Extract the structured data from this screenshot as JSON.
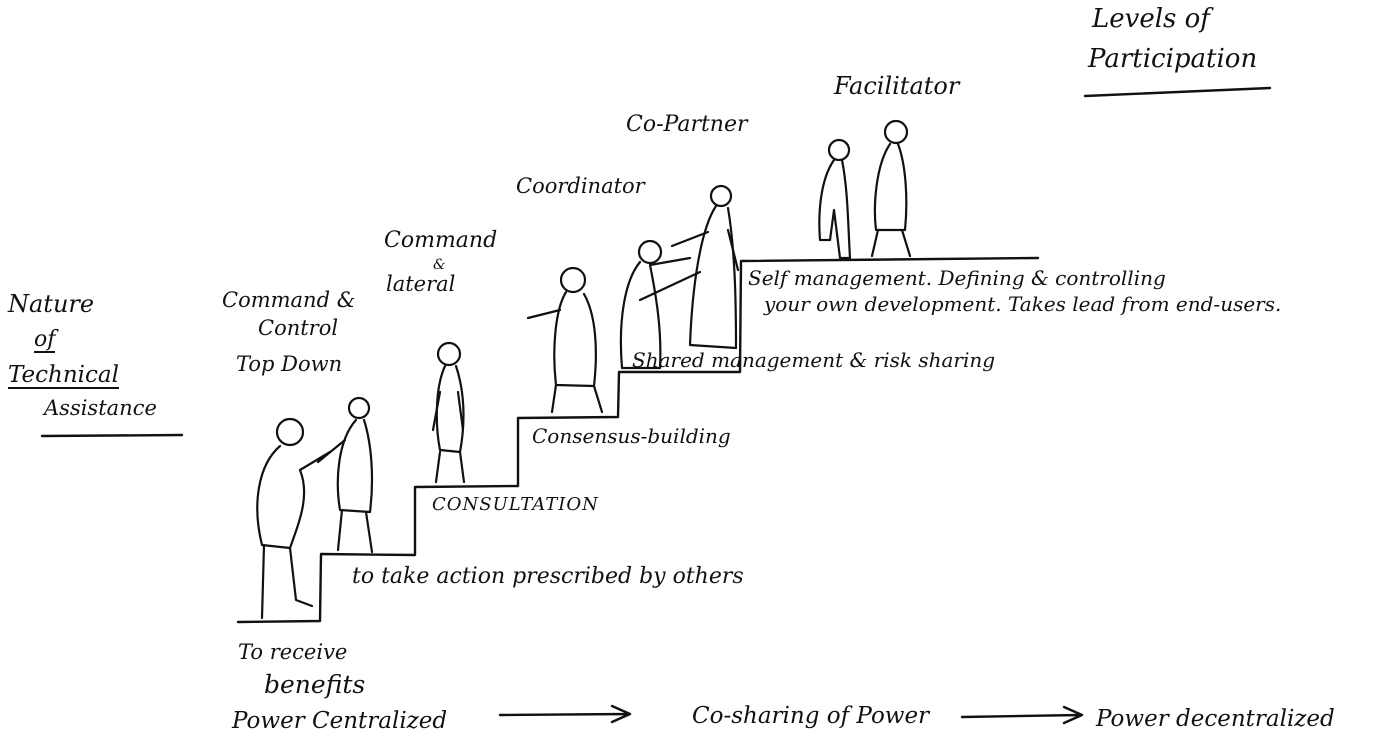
{
  "heading": {
    "line1": "Levels of",
    "line2": "Participation"
  },
  "left_axis": {
    "line1": "Nature",
    "line2": "of",
    "line3": "Technical",
    "line4": "Assistance"
  },
  "roles": {
    "command_control": [
      "Command &",
      "Control",
      "Top Down"
    ],
    "command_lateral": [
      "Command",
      "&",
      "lateral"
    ],
    "coordinator": "Coordinator",
    "co_partner": "Co-Partner",
    "facilitator": "Facilitator"
  },
  "levels": {
    "receive": [
      "To receive",
      "benefits"
    ],
    "take_action": "to take action prescribed by others",
    "consultation": "CONSULTATION",
    "consensus": "Consensus-building",
    "shared": "Shared management & risk sharing",
    "self": [
      "Self management. Defining & controlling",
      "your own development. Takes lead from end-users."
    ]
  },
  "power_axis": {
    "start": "Power Centralized",
    "middle": "Co-sharing of Power",
    "end": "Power decentralized"
  },
  "colors": {
    "ink": "#111111",
    "paper": "#ffffff"
  }
}
